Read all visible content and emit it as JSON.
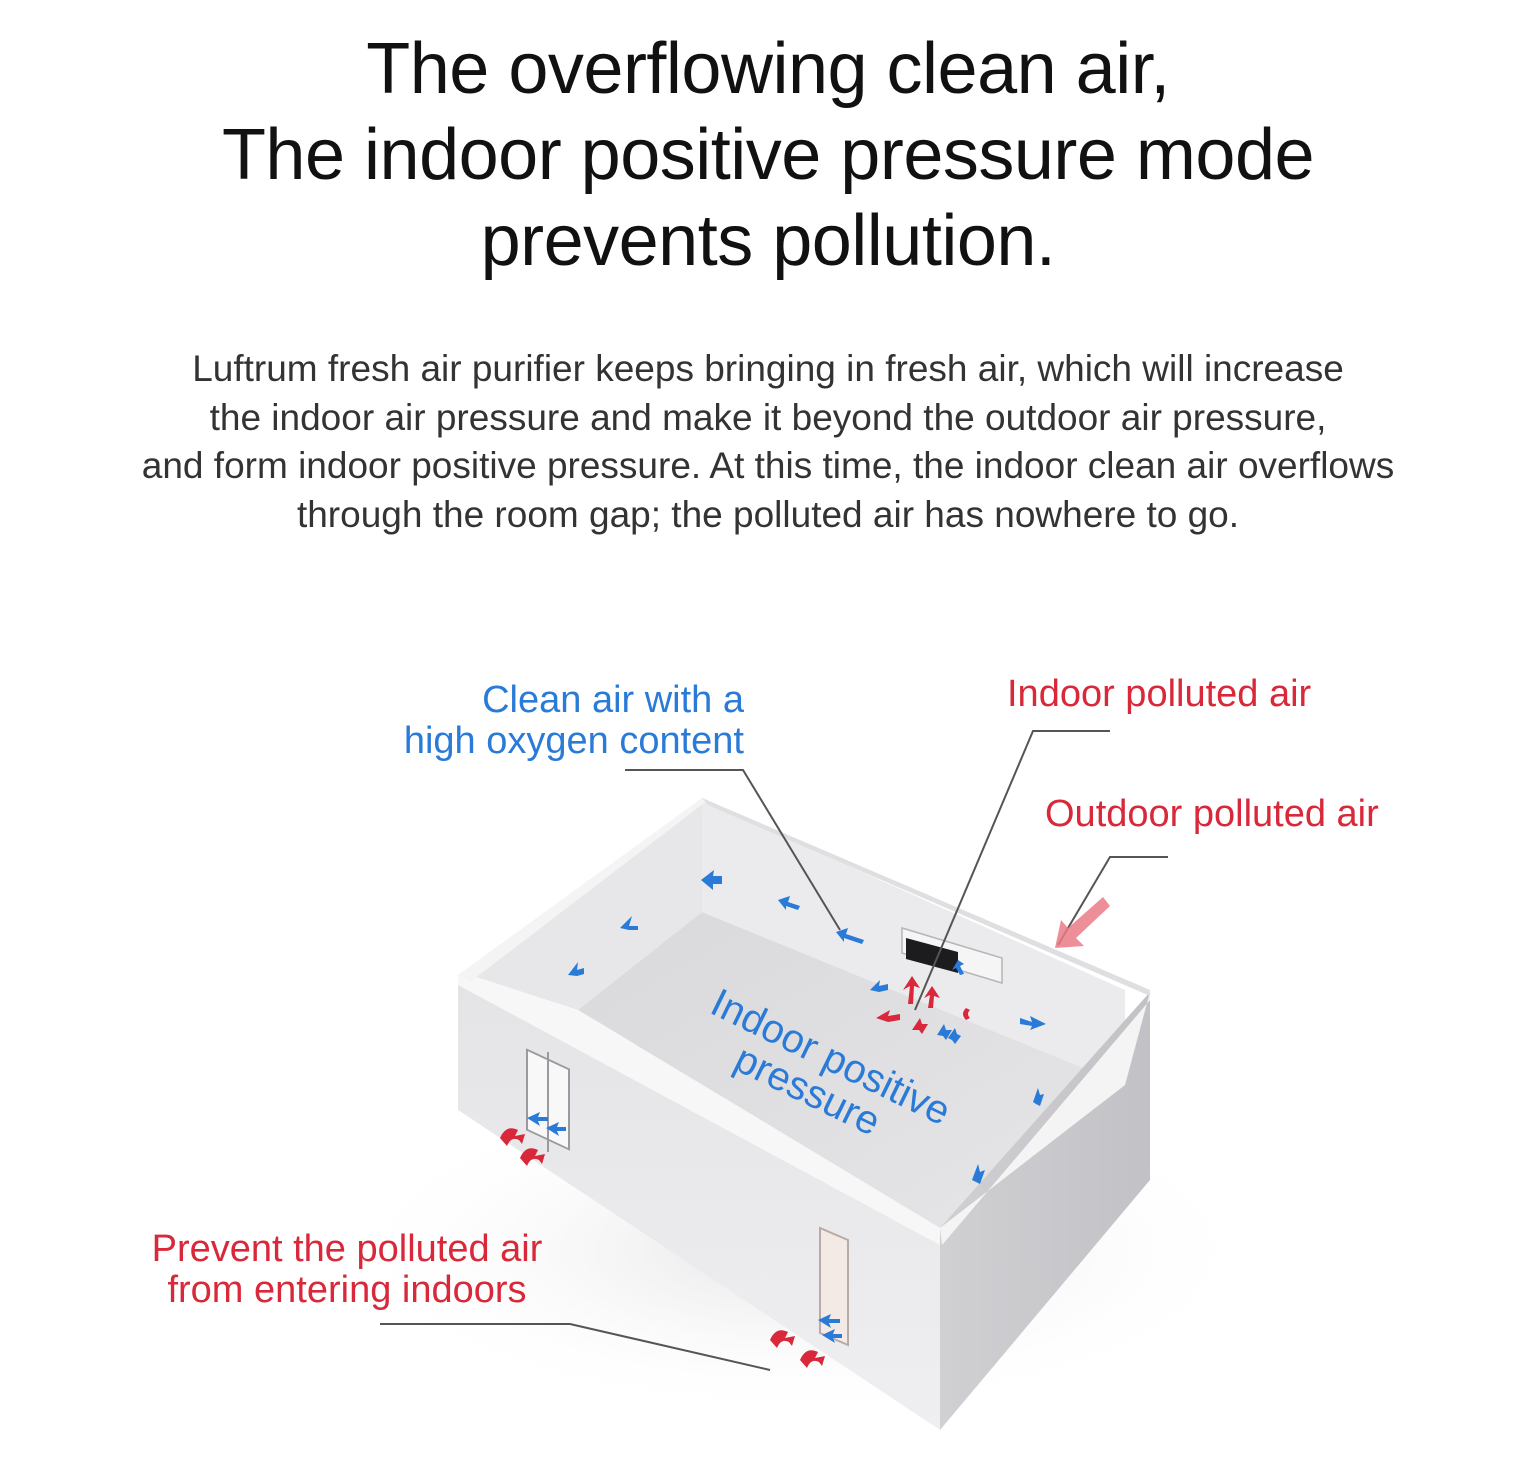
{
  "headline": {
    "line1": "The overflowing clean air,",
    "line2": "The indoor positive pressure mode",
    "line3": "prevents pollution."
  },
  "description": {
    "line1": "Luftrum fresh air purifier keeps bringing in fresh air, which will increase",
    "line2": "the indoor air pressure and make it beyond the outdoor air pressure,",
    "line3": "and form indoor positive pressure. At this time, the indoor clean air overflows",
    "line4": "through the room gap; the polluted air has nowhere to go."
  },
  "diagram": {
    "clean_air_label": {
      "line1": "Clean air with a",
      "line2": "high oxygen content"
    },
    "indoor_polluted_label": "Indoor polluted air",
    "outdoor_polluted_label": "Outdoor polluted air",
    "center_label": {
      "line1": "Indoor positive",
      "line2": "pressure"
    },
    "prevent_label": {
      "line1": "Prevent the polluted air",
      "line2": "from entering indoors"
    }
  },
  "colors": {
    "clean_air": "#2a7ad8",
    "polluted_air": "#d8283a",
    "leader_line": "#555555"
  }
}
